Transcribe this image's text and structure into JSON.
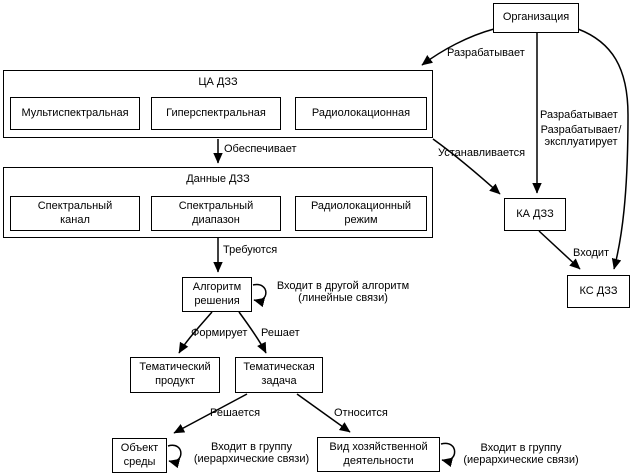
{
  "diagram": {
    "nodes": {
      "organization": "Организация",
      "tsa_dzz_title": "ЦА ДЗЗ",
      "multispectral": "Мультиспектральная",
      "hyperspectral": "Гиперспектральная",
      "radar": "Радиолокационная",
      "data_dzz_title": "Данные ДЗЗ",
      "spectral_channel": "Спектральный канал",
      "spectral_range": "Спектральный диапазон",
      "radar_mode": "Радиолокационный режим",
      "algorithm": "Алгоритм решения",
      "thematic_product": "Тематический продукт",
      "thematic_task": "Тематическая задача",
      "env_object": "Объект среды",
      "activity_type": "Вид хозяйственной деятельности",
      "ka_dzz": "КА ДЗЗ",
      "ks_dzz": "КС ДЗЗ"
    },
    "edge_labels": {
      "develops_tsa": "Разрабатывает",
      "develops_ka": "Разрабатывает",
      "develops_operates": "Разрабатывает/ эксплуатирует",
      "provides": "Обеспечивает",
      "installed": "Устанавливается",
      "required": "Требуются",
      "enters_other_algorithm": "Входит в другой алгоритм (линейные связи)",
      "forms": "Формирует",
      "solves": "Решает",
      "is_solved": "Решается",
      "relates": "Относится",
      "enters": "Входит",
      "enters_group_env": "Входит в группу (иерархические связи)",
      "enters_group_activity": "Входит в группу (иерархические связи)"
    },
    "colors": {
      "line": "#000000",
      "text": "#000000",
      "background": "#ffffff"
    }
  }
}
